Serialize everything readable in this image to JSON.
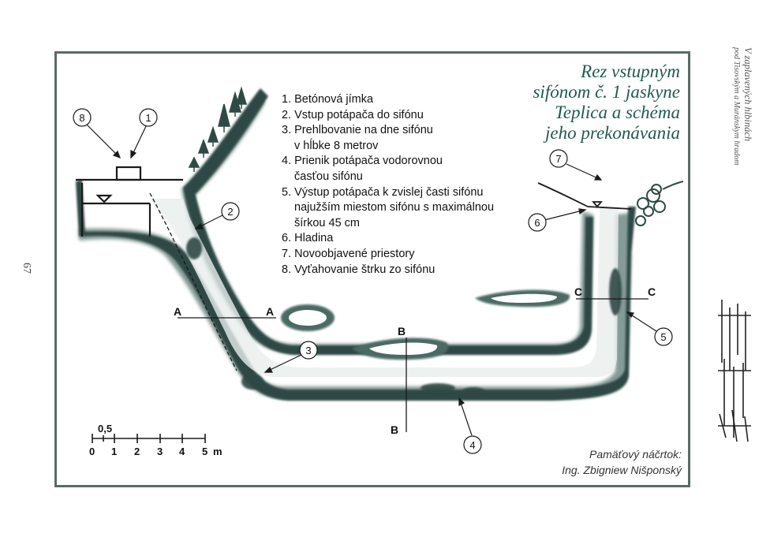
{
  "title": [
    "Rez vstupným",
    "sifónom č. 1 jaskyne",
    "Teplica a schéma",
    "jeho prekonávania"
  ],
  "legend": [
    {
      "num": "1.",
      "lines": [
        "Betónová jímka"
      ]
    },
    {
      "num": "2.",
      "lines": [
        "Vstup potápača do sifónu"
      ]
    },
    {
      "num": "3.",
      "lines": [
        "Prehlbovanie na dne sifónu",
        "v hĺbke 8 metrov"
      ]
    },
    {
      "num": "4.",
      "lines": [
        "Prienik potápača vodorovnou",
        "časťou sifónu"
      ]
    },
    {
      "num": "5.",
      "lines": [
        "Výstup potápača k zvislej časti sifónu",
        "najužším miestom sifónu s maximálnou",
        "šírkou 45 cm"
      ]
    },
    {
      "num": "6.",
      "lines": [
        "Hladina"
      ]
    },
    {
      "num": "7.",
      "lines": [
        "Novoobjavené priestory"
      ]
    },
    {
      "num": "8.",
      "lines": [
        "Vyťahovanie štrku zo sifónu"
      ]
    }
  ],
  "credit": [
    "Pamäťový náčrtok:",
    "Ing. Zbigniew Nišponský"
  ],
  "side_caption": [
    "V zaplavených hlbinách",
    "pod Tisovským a Muránskym hradom"
  ],
  "page_number": "67",
  "scale": {
    "minor": "0,5",
    "ticks": [
      "0",
      "1",
      "2",
      "3",
      "4",
      "5"
    ],
    "unit": "m"
  },
  "sections": {
    "a": "A",
    "b": "B",
    "c": "C"
  },
  "callouts": [
    "8",
    "1",
    "2",
    "3",
    "4",
    "5",
    "6",
    "7"
  ],
  "colors": {
    "title": "#1f5a4e",
    "rock": "#2f4a44",
    "rock_light": "#6f8a84",
    "frame": "#5b6a66"
  }
}
